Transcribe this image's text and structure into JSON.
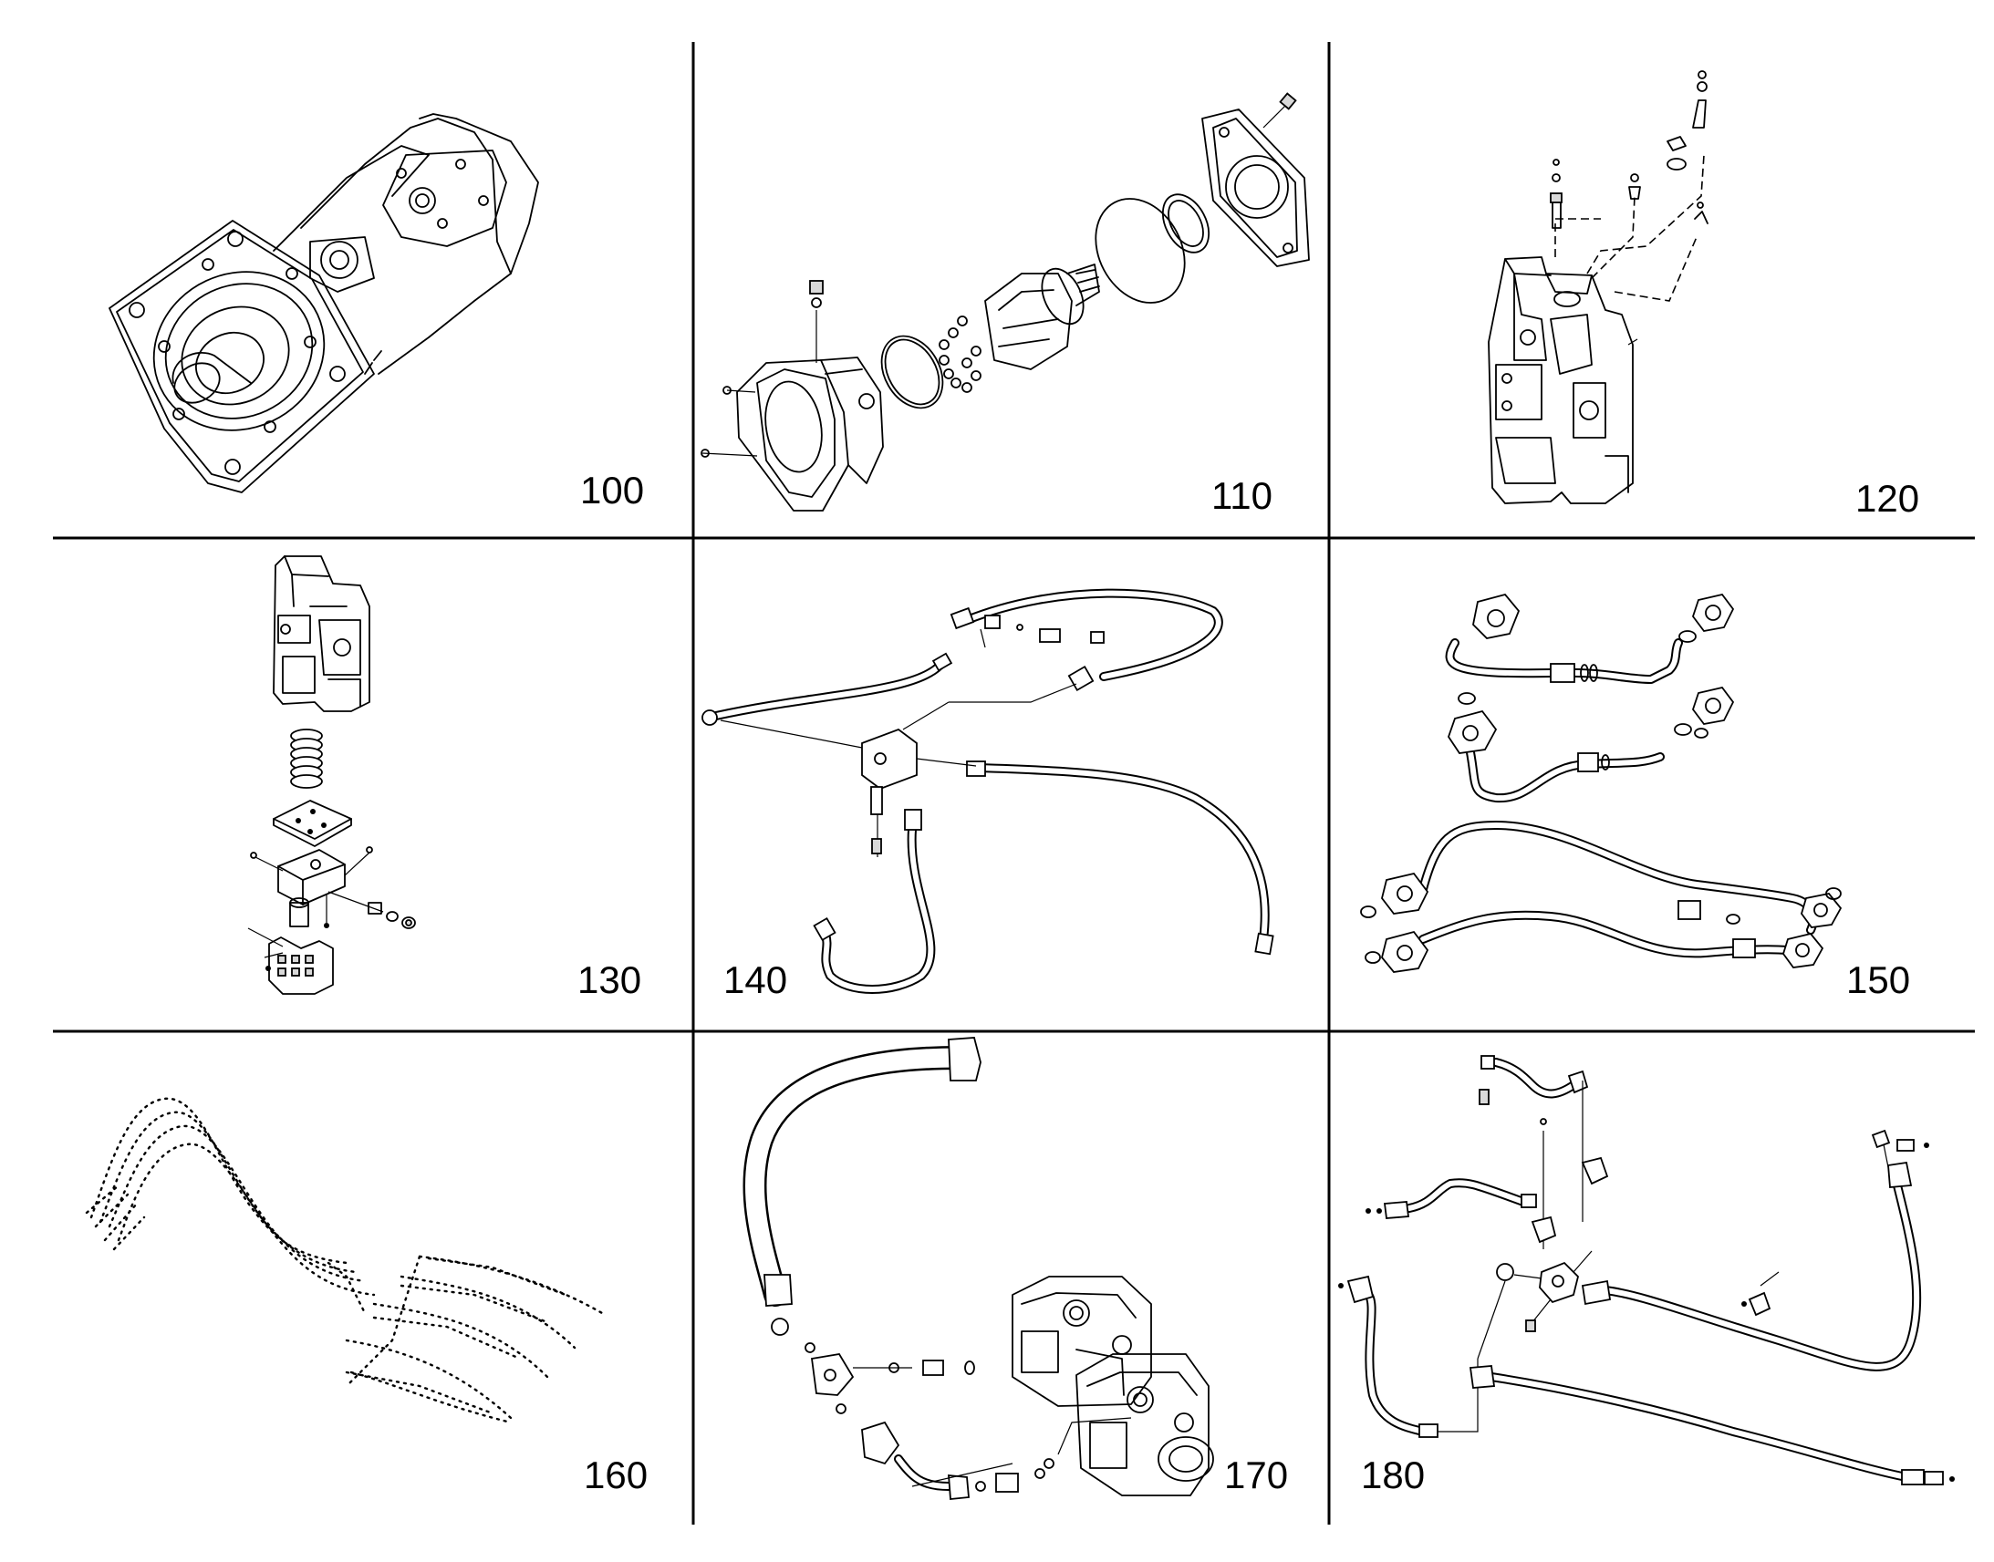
{
  "panels": [
    {
      "id": "panel-100",
      "label": "100",
      "content": "motor"
    },
    {
      "id": "panel-110",
      "label": "110",
      "content": "motor-exploded"
    },
    {
      "id": "panel-120",
      "label": "120",
      "content": "control-valve"
    },
    {
      "id": "panel-130",
      "label": "130",
      "content": "valve-stack"
    },
    {
      "id": "panel-140",
      "label": "140",
      "content": "hose-assembly"
    },
    {
      "id": "panel-150",
      "label": "150",
      "content": "pipe-fittings"
    },
    {
      "id": "panel-160",
      "label": "160",
      "content": "wiring-harness"
    },
    {
      "id": "panel-170",
      "label": "170",
      "content": "pump-hose"
    },
    {
      "id": "panel-180",
      "label": "180",
      "content": "hose-network"
    }
  ]
}
